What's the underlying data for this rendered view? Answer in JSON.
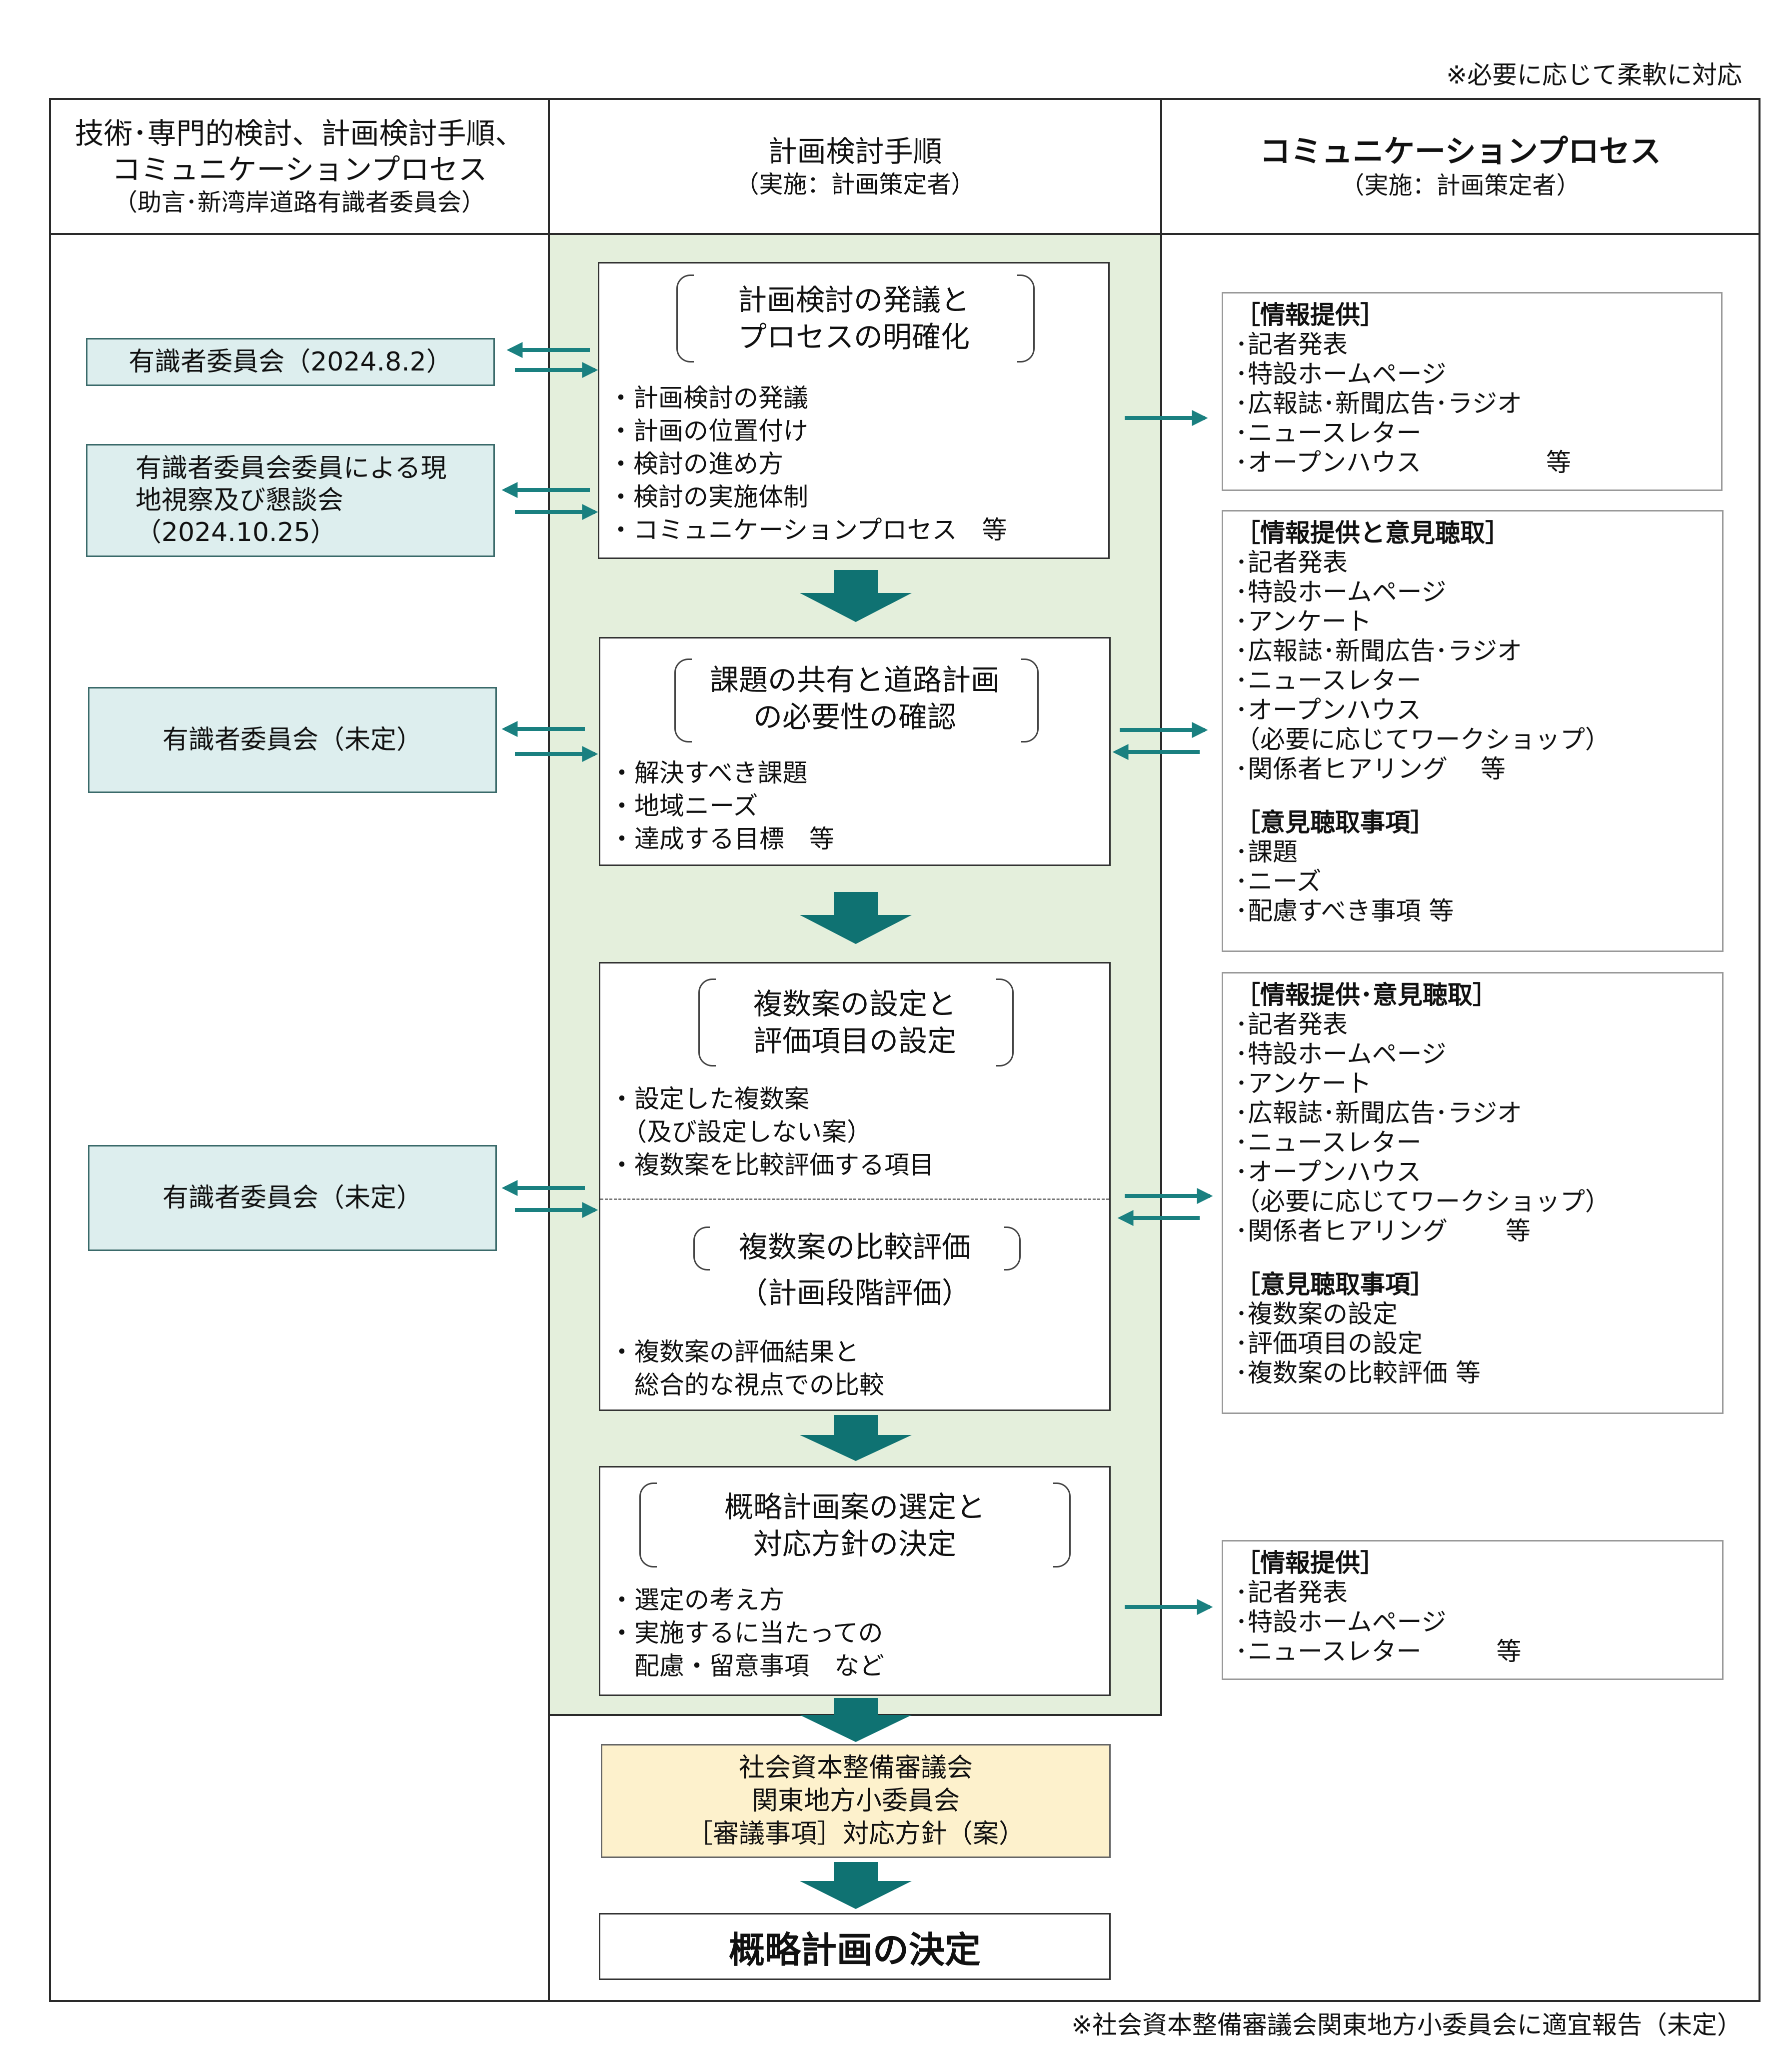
{
  "note_top": "※必要に応じて柔軟に対応",
  "note_bottom": "※社会資本整備審議会関東地方小委員会に適宜報告（未定）",
  "headers": {
    "left": {
      "line1": "技術･専門的検討、計画検討手順、",
      "line2": "コミュニケーションプロセス",
      "sub": "（助言･新湾岸道路有識者委員会）"
    },
    "center": {
      "title": "計画検討手順",
      "sub": "（実施：計画策定者）"
    },
    "right": {
      "title": "コミュニケーションプロセス",
      "sub": "（実施：計画策定者）"
    }
  },
  "committee": {
    "c1": "有識者委員会（2024.8.2）",
    "c2": {
      "line1": "有識者委員会委員による現",
      "line2": "地視察及び懇談会",
      "line3": "（2024.10.25）"
    },
    "c3": "有識者委員会（未定）",
    "c4": "有識者委員会（未定）"
  },
  "steps": {
    "s1": {
      "title1": "計画検討の発議と",
      "title2": "プロセスの明確化",
      "items": [
        "・計画検討の発議",
        "・計画の位置付け",
        "・検討の進め方",
        "・検討の実施体制",
        "・コミュニケーションプロセス　等"
      ]
    },
    "s2": {
      "title1": "課題の共有と道路計画",
      "title2": "の必要性の確認",
      "items": [
        "・解決すべき課題",
        "・地域ニーズ",
        "・達成する目標　等"
      ]
    },
    "s3": {
      "title1": "複数案の設定と",
      "title2": "評価項目の設定",
      "items": [
        "・設定した複数案",
        "　（及び設定しない案）",
        "・複数案を比較評価する項目"
      ],
      "title3": "複数案の比較評価",
      "title4": "（計画段階評価）",
      "items2": [
        "・複数案の評価結果と",
        "　総合的な視点での比較"
      ]
    },
    "s4": {
      "title1": "概略計画案の選定と",
      "title2": "対応方針の決定",
      "items": [
        "・選定の考え方",
        "・実施するに当たっての",
        "　配慮・留意事項　など"
      ]
    }
  },
  "council": {
    "line1": "社会資本整備審議会",
    "line2": "関東地方小委員会",
    "line3": "［審議事項］対応方針（案）"
  },
  "final": "概略計画の決定",
  "comm": {
    "b1": {
      "head": "［情報提供］",
      "items": [
        "･記者発表",
        "･特設ホームページ",
        "･広報誌･新聞広告･ラジオ",
        "･ニュースレター",
        "･オープンハウス　　　　　等"
      ]
    },
    "b2": {
      "head": "［情報提供と意見聴取］",
      "items": [
        "･記者発表",
        "･特設ホームページ",
        "･アンケート",
        "･広報誌･新聞広告･ラジオ",
        "･ニュースレター",
        "･オープンハウス",
        "（必要に応じてワークショップ）",
        "･関係者ヒアリング　 等"
      ],
      "head2": "［意見聴取事項］",
      "items2": [
        "･課題",
        "･ニーズ",
        "･配慮すべき事項 等"
      ]
    },
    "b3": {
      "head": "［情報提供･意見聴取］",
      "items": [
        "･記者発表",
        "･特設ホームページ",
        "･アンケート",
        "･広報誌･新聞広告･ラジオ",
        "･ニュースレター",
        "･オープンハウス",
        "（必要に応じてワークショップ）",
        "･関係者ヒアリング　　 等"
      ],
      "head2": "［意見聴取事項］",
      "items2": [
        "･複数案の設定",
        "･評価項目の設定",
        "･複数案の比較評価 等"
      ]
    },
    "b4": {
      "head": "［情報提供］",
      "items": [
        "･記者発表",
        "･特設ホームページ",
        "･ニュースレター　　　等"
      ]
    }
  },
  "colors": {
    "teal": "#1a8080",
    "arrow_dark": "#0f7272",
    "green_bg": "#e4efdc",
    "teal_box": "#ddeeee",
    "yellow_box": "#fdf1cc"
  }
}
